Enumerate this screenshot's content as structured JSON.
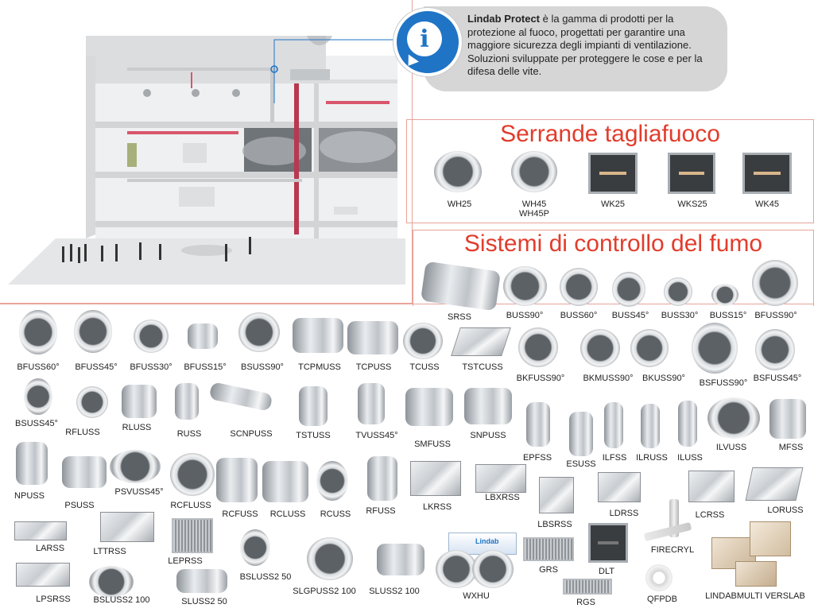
{
  "info": {
    "brand": "Lindab Protect",
    "text": " è la gamma di prodotti per la protezione al fuoco, progettati per garantire una maggiore sicurezza degli impianti di ventilazione. Soluzioni sviluppate per proteggere le cose e per la difesa delle vite."
  },
  "dampers_title": "Serrande tagliafuoco",
  "smoke_title": "Sistemi di controllo del fumo",
  "dampers": [
    "WH25",
    "WH45\nWH45P",
    "WK25",
    "WKS25",
    "WK45"
  ],
  "products": {
    "p1": "SRSS",
    "p2": "BUSS90°",
    "p3": "BUSS60°",
    "p4": "BUSS45°",
    "p5": "BUSS30°",
    "p6": "BUSS15°",
    "p7": "BFUSS90°",
    "p8": "BFUSS60°",
    "p9": "BFUSS45°",
    "p10": "BFUSS30°",
    "p11": "BFUSS15°",
    "p12": "BSUSS90°",
    "p13": "TCPMUSS",
    "p14": "TCPUSS",
    "p15": "TCUSS",
    "p16": "TSTCUSS",
    "p17": "BKFUSS90°",
    "p18": "BKMUSS90°",
    "p19": "BKUSS90°",
    "p20": "BSFUSS90°",
    "p21": "BSFUSS45°",
    "p22": "BSUSS45°",
    "p23": "RFLUSS",
    "p24": "RLUSS",
    "p25": "RUSS",
    "p26": "SCNPUSS",
    "p27": "TSTUSS",
    "p28": "TVUSS45°",
    "p29": "SMFUSS",
    "p30": "SNPUSS",
    "p31": "EPFSS",
    "p32": "ESUSS",
    "p33": "ILFSS",
    "p34": "ILRUSS",
    "p35": "ILUSS",
    "p36": "ILVUSS",
    "p37": "MFSS",
    "p38": "NPUSS",
    "p39": "PSUSS",
    "p40": "PSVUSS45°",
    "p41": "RCFLUSS",
    "p42": "RCFUSS",
    "p43": "RCLUSS",
    "p44": "RCUSS",
    "p45": "RFUSS",
    "p46": "LKRSS",
    "p47": "LBXRSS",
    "p48": "LBSRSS",
    "p49": "LDRSS",
    "p50": "LCRSS",
    "p51": "LORUSS",
    "p52": "LARSS",
    "p53": "LTTRSS",
    "p54": "LEPRSS",
    "p55": "BSLUSS2 50",
    "p56": "SLGPUSS2 100",
    "p57": "SLUSS2 100",
    "p58": "WXHU",
    "p59": "GRS",
    "p60": "DLT",
    "p61": "FIRECRYL",
    "p62": "LPSRSS",
    "p63": "BSLUSS2 100",
    "p64": "SLUSS2 50",
    "p65": "RGS",
    "p66": "QFPDB",
    "p67": "LINDABMULTI VERSLAB"
  },
  "wxhu_box_label": "Lindab",
  "colors": {
    "accent": "#e23c2c",
    "info_blue": "#1f74c6",
    "frame": "#e8a39a",
    "bubble": "#d6d6d6"
  }
}
